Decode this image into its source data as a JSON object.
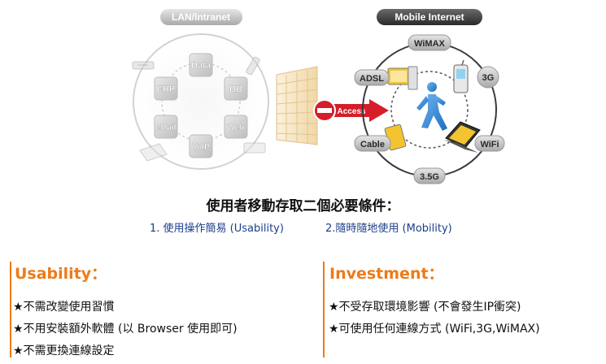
{
  "diagram": {
    "lan_title": "LAN/Intranet",
    "mobile_title": "Mobile Internet",
    "lan_nodes": [
      "Data",
      "ERP",
      "DB",
      "eMail",
      "Web",
      "VoIP"
    ],
    "mobile_nodes": [
      "WiMAX",
      "ADSL",
      "3G",
      "Cable",
      "WiFi",
      "3.5G"
    ],
    "access_label": "Access"
  },
  "headline": "使用者移動存取二個必要條件：",
  "requirements": [
    "1. 使用操作簡易 (Usability)",
    "2.隨時隨地使用 (Mobility)"
  ],
  "usability": {
    "title": "Usability：",
    "items": [
      "★不需改變使用習慣",
      "★不用安裝額外軟體 (以 Browser 使用即可)",
      "★不需更換連線設定"
    ]
  },
  "investment": {
    "title": "Investment：",
    "items": [
      "★不受存取環境影響 (不會發生IP衝突)",
      "★可使用任何連線方式 (WiFi,3G,WiMAX)"
    ]
  },
  "colors": {
    "accent": "#ee7a18",
    "link_blue": "#1c3e8a",
    "firewall": "#f2dcb0",
    "access_red": "#d51e2a"
  }
}
